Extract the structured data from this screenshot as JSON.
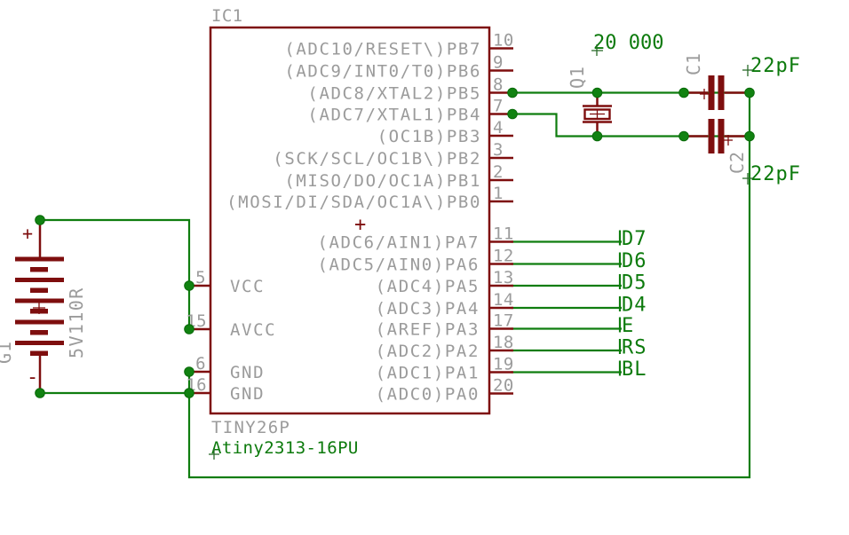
{
  "colors": {
    "wire_green": "#0f7d0f",
    "symbol_dark_red": "#7e0e0e",
    "name_gray": "#9b9b9b",
    "value_green": "#0c7a0c",
    "background": "#ffffff"
  },
  "ic": {
    "name": "IC1",
    "type": "TINY26P",
    "value": "Atiny2313-16PU",
    "origin_marker": "+",
    "left_pins": [
      {
        "number": "5",
        "label": "VCC"
      },
      {
        "number": "15",
        "label": "AVCC"
      },
      {
        "number": "6",
        "label": "GND"
      },
      {
        "number": "16",
        "label": "GND"
      }
    ],
    "pb_pins": [
      {
        "number": "10",
        "label": "(ADC10/RESET\\)PB7"
      },
      {
        "number": "9",
        "label": "(ADC9/INT0/T0)PB6"
      },
      {
        "number": "8",
        "label": "(ADC8/XTAL2)PB5"
      },
      {
        "number": "7",
        "label": "(ADC7/XTAL1)PB4"
      },
      {
        "number": "4",
        "label": "(OC1B)PB3"
      },
      {
        "number": "3",
        "label": "(SCK/SCL/OC1B\\)PB2"
      },
      {
        "number": "2",
        "label": "(MISO/DO/OC1A)PB1"
      },
      {
        "number": "1",
        "label": "(MOSI/DI/SDA/OC1A\\)PB0"
      }
    ],
    "pa_pins": [
      {
        "number": "11",
        "label": "(ADC6/AIN1)PA7",
        "net": "D7"
      },
      {
        "number": "12",
        "label": "(ADC5/AIN0)PA6",
        "net": "D6"
      },
      {
        "number": "13",
        "label": "(ADC4)PA5",
        "net": "D5"
      },
      {
        "number": "14",
        "label": "(ADC3)PA4",
        "net": "D4"
      },
      {
        "number": "17",
        "label": "(AREF)PA3",
        "net": "E"
      },
      {
        "number": "18",
        "label": "(ADC2)PA2",
        "net": "RS"
      },
      {
        "number": "19",
        "label": "(ADC1)PA1",
        "net": "BL"
      },
      {
        "number": "20",
        "label": "(ADC0)PA0",
        "net": ""
      }
    ]
  },
  "battery": {
    "name": "G1",
    "value": "5V110R",
    "plus": "+",
    "minus": "-"
  },
  "crystal": {
    "name": "Q1",
    "value": "20 000"
  },
  "capacitors": [
    {
      "name": "C1",
      "value": "22pF"
    },
    {
      "name": "C2",
      "value": "22pF"
    }
  ]
}
